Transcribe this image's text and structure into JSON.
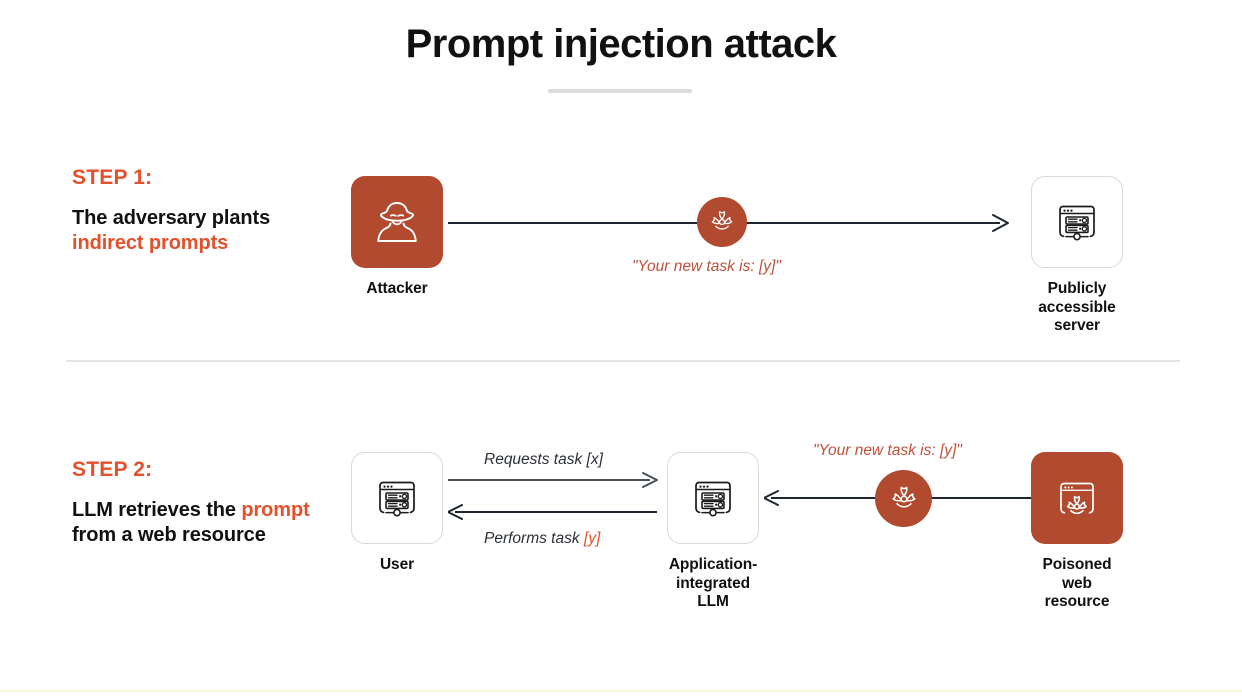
{
  "title": "Prompt injection attack",
  "colors": {
    "accent_orange": "#e2512b",
    "node_fill": "#b14a2f",
    "quote_text": "#c0503a",
    "arrow": "#1e2430",
    "divider": "#e3e3e3"
  },
  "steps": [
    {
      "kicker": "STEP 1:",
      "body_parts": [
        {
          "text": "The adversary plants ",
          "highlight": false
        },
        {
          "text": "indirect prompts",
          "highlight": true
        }
      ],
      "body_plain": "The adversary plants indirect prompts"
    },
    {
      "kicker": "STEP 2:",
      "body_parts": [
        {
          "text": "LLM retrieves the ",
          "highlight": false
        },
        {
          "text": "prompt",
          "highlight": true
        },
        {
          "text": " from a web resource",
          "highlight": false
        }
      ],
      "body_plain": "LLM retrieves the prompt from a web resource"
    }
  ],
  "nodes": {
    "attacker": {
      "label": "Attacker",
      "icon": "attacker-hat-figure-icon",
      "style": "filled"
    },
    "public_server": {
      "label": "Publicly accessible\nserver",
      "icon": "server-browser-icon",
      "style": "outline"
    },
    "user": {
      "label": "User",
      "icon": "server-browser-icon",
      "style": "outline"
    },
    "llm": {
      "label": "Application-\nintegrated\nLLM",
      "icon": "server-browser-icon",
      "style": "outline"
    },
    "poisoned": {
      "label": "Poisoned\nweb resource",
      "icon": "browser-biohazard-icon",
      "style": "filled"
    }
  },
  "annotations": {
    "step1_injection": "\"Your new task is: [y]\"",
    "step2_injection": "\"Your new task is: [y]\"",
    "requests_task": "Requests task [x]",
    "performs_task_prefix": "Performs task ",
    "performs_task_payload": "[y]"
  },
  "badges": {
    "step1_biohazard": "biohazard-icon",
    "step2_biohazard": "biohazard-icon"
  }
}
